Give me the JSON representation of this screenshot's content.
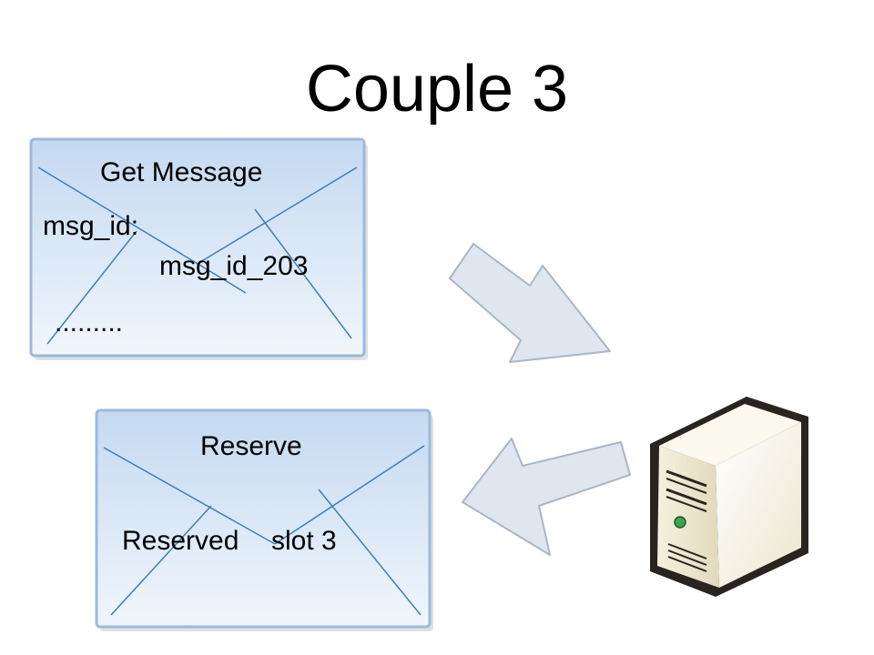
{
  "slide": {
    "title": "Couple 3"
  },
  "message_get": {
    "heading": "Get Message",
    "field_label": "msg_id:",
    "field_value": "msg_id_203",
    "ellipsis": "........."
  },
  "message_reserve": {
    "heading": "Reserve",
    "body_word1": "Reserved",
    "body_word2": "slot 3"
  },
  "colors": {
    "envelope_fill_top": "#c8dcf2",
    "envelope_fill_bottom": "#eef5fc",
    "envelope_stroke": "#9cb9d9",
    "envelope_line": "#3f7fb8",
    "arrow_fill": "#dfe6ef",
    "arrow_stroke": "#aab6c4",
    "server_body": "#f1ead5",
    "server_led": "#3fa34d"
  },
  "icons": {
    "arrow_to_server": "arrow-down-right-icon",
    "arrow_to_client": "arrow-down-left-icon",
    "server": "server-tower-icon"
  }
}
